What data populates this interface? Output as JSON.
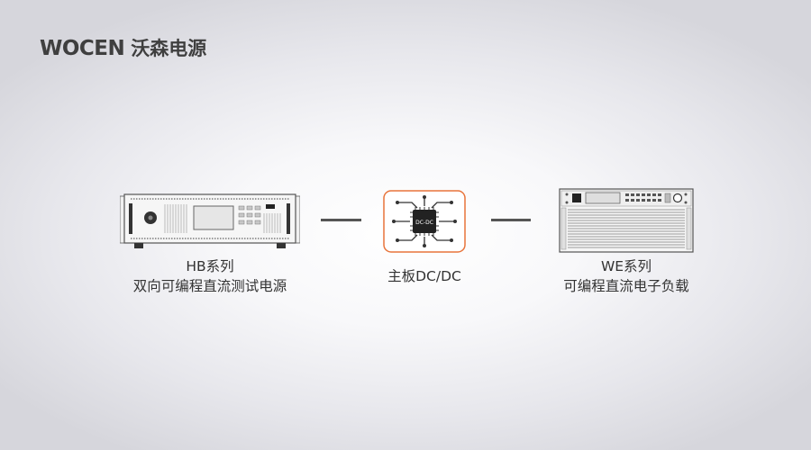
{
  "brand": {
    "wordmark": "WOCEN",
    "chinese_name": "沃森电源",
    "colors": {
      "text": "#3f3f3f",
      "accent": "#e8743b"
    }
  },
  "devices": [
    {
      "id": "hb",
      "title": "HB系列",
      "subtitle": "双向可编程直流测试电源",
      "icon": "rack-power-supply-icon"
    },
    {
      "id": "board",
      "title": "主板DC/DC",
      "chip_label": "DC-DC",
      "icon": "circuit-board-chip-icon"
    },
    {
      "id": "we",
      "title": "WE系列",
      "subtitle": "可编程直流电子负载",
      "icon": "electronic-load-icon"
    }
  ]
}
